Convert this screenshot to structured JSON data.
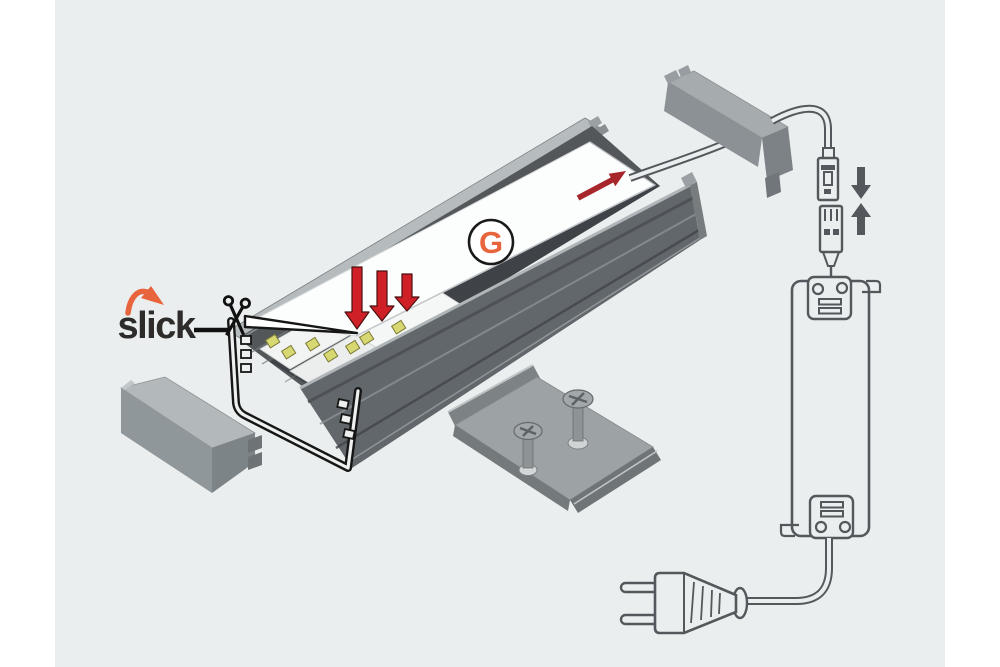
{
  "page": {
    "background": "#ffffff",
    "canvas_background": "#eaeeee"
  },
  "brand": {
    "name": "slick",
    "text_color": "#2d2c2b",
    "swoosh_color": "#e8643c"
  },
  "step": {
    "label": "G",
    "label_color": "#e8643c",
    "badge_border": "#1a1a1a",
    "badge_fill": "#ffffff"
  },
  "colors": {
    "press_arrow_red": "#d02027",
    "slide_arrow_red": "#a6262b",
    "line_art_gray": "#54575b",
    "outline_black": "#161616",
    "led_yellow": "#d8d873",
    "profile_gray": "#9aa0a3",
    "diffuser_white": "#fcfdfd"
  },
  "icons": [
    {
      "name": "scissors-icon"
    },
    {
      "name": "press-arrow-icon",
      "count": 3,
      "direction": "down"
    },
    {
      "name": "slide-arrow-icon",
      "direction": "up-right"
    },
    {
      "name": "connect-arrow-icons",
      "direction": "facing-vertical"
    }
  ],
  "components": [
    "led-profile",
    "led-strip",
    "diffuser-cover",
    "profile-end-cap",
    "mounting-bracket",
    "mounting-screws",
    "cable-end-cap",
    "connector-male",
    "connector-female",
    "power-supply",
    "power-plug",
    "power-cable"
  ]
}
